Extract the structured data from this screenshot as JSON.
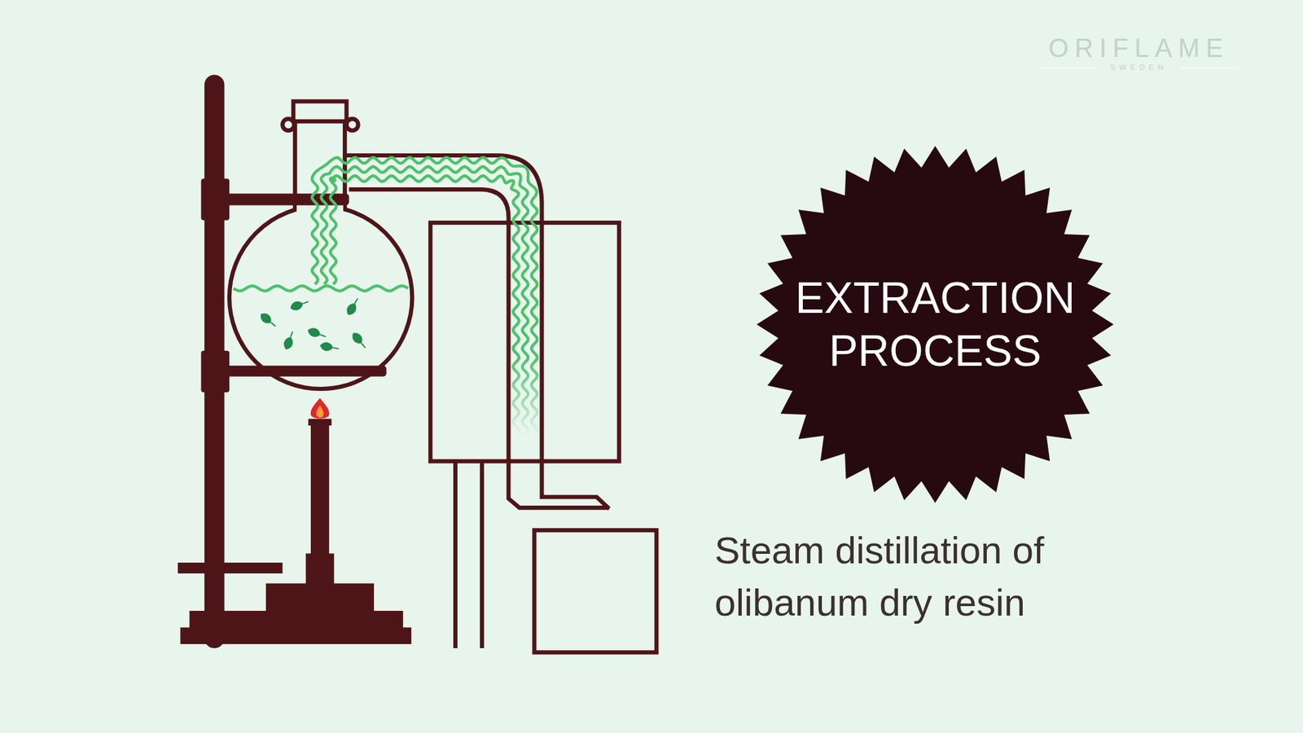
{
  "diagram": {
    "caption": "Steam distillation of olibanum dry resin",
    "nodes": [
      {
        "text": [
          "EXTRACTION PROCESS"
        ]
      }
    ],
    "labels": [
      "ORIFLAME",
      "SWEDEN"
    ]
  }
}
